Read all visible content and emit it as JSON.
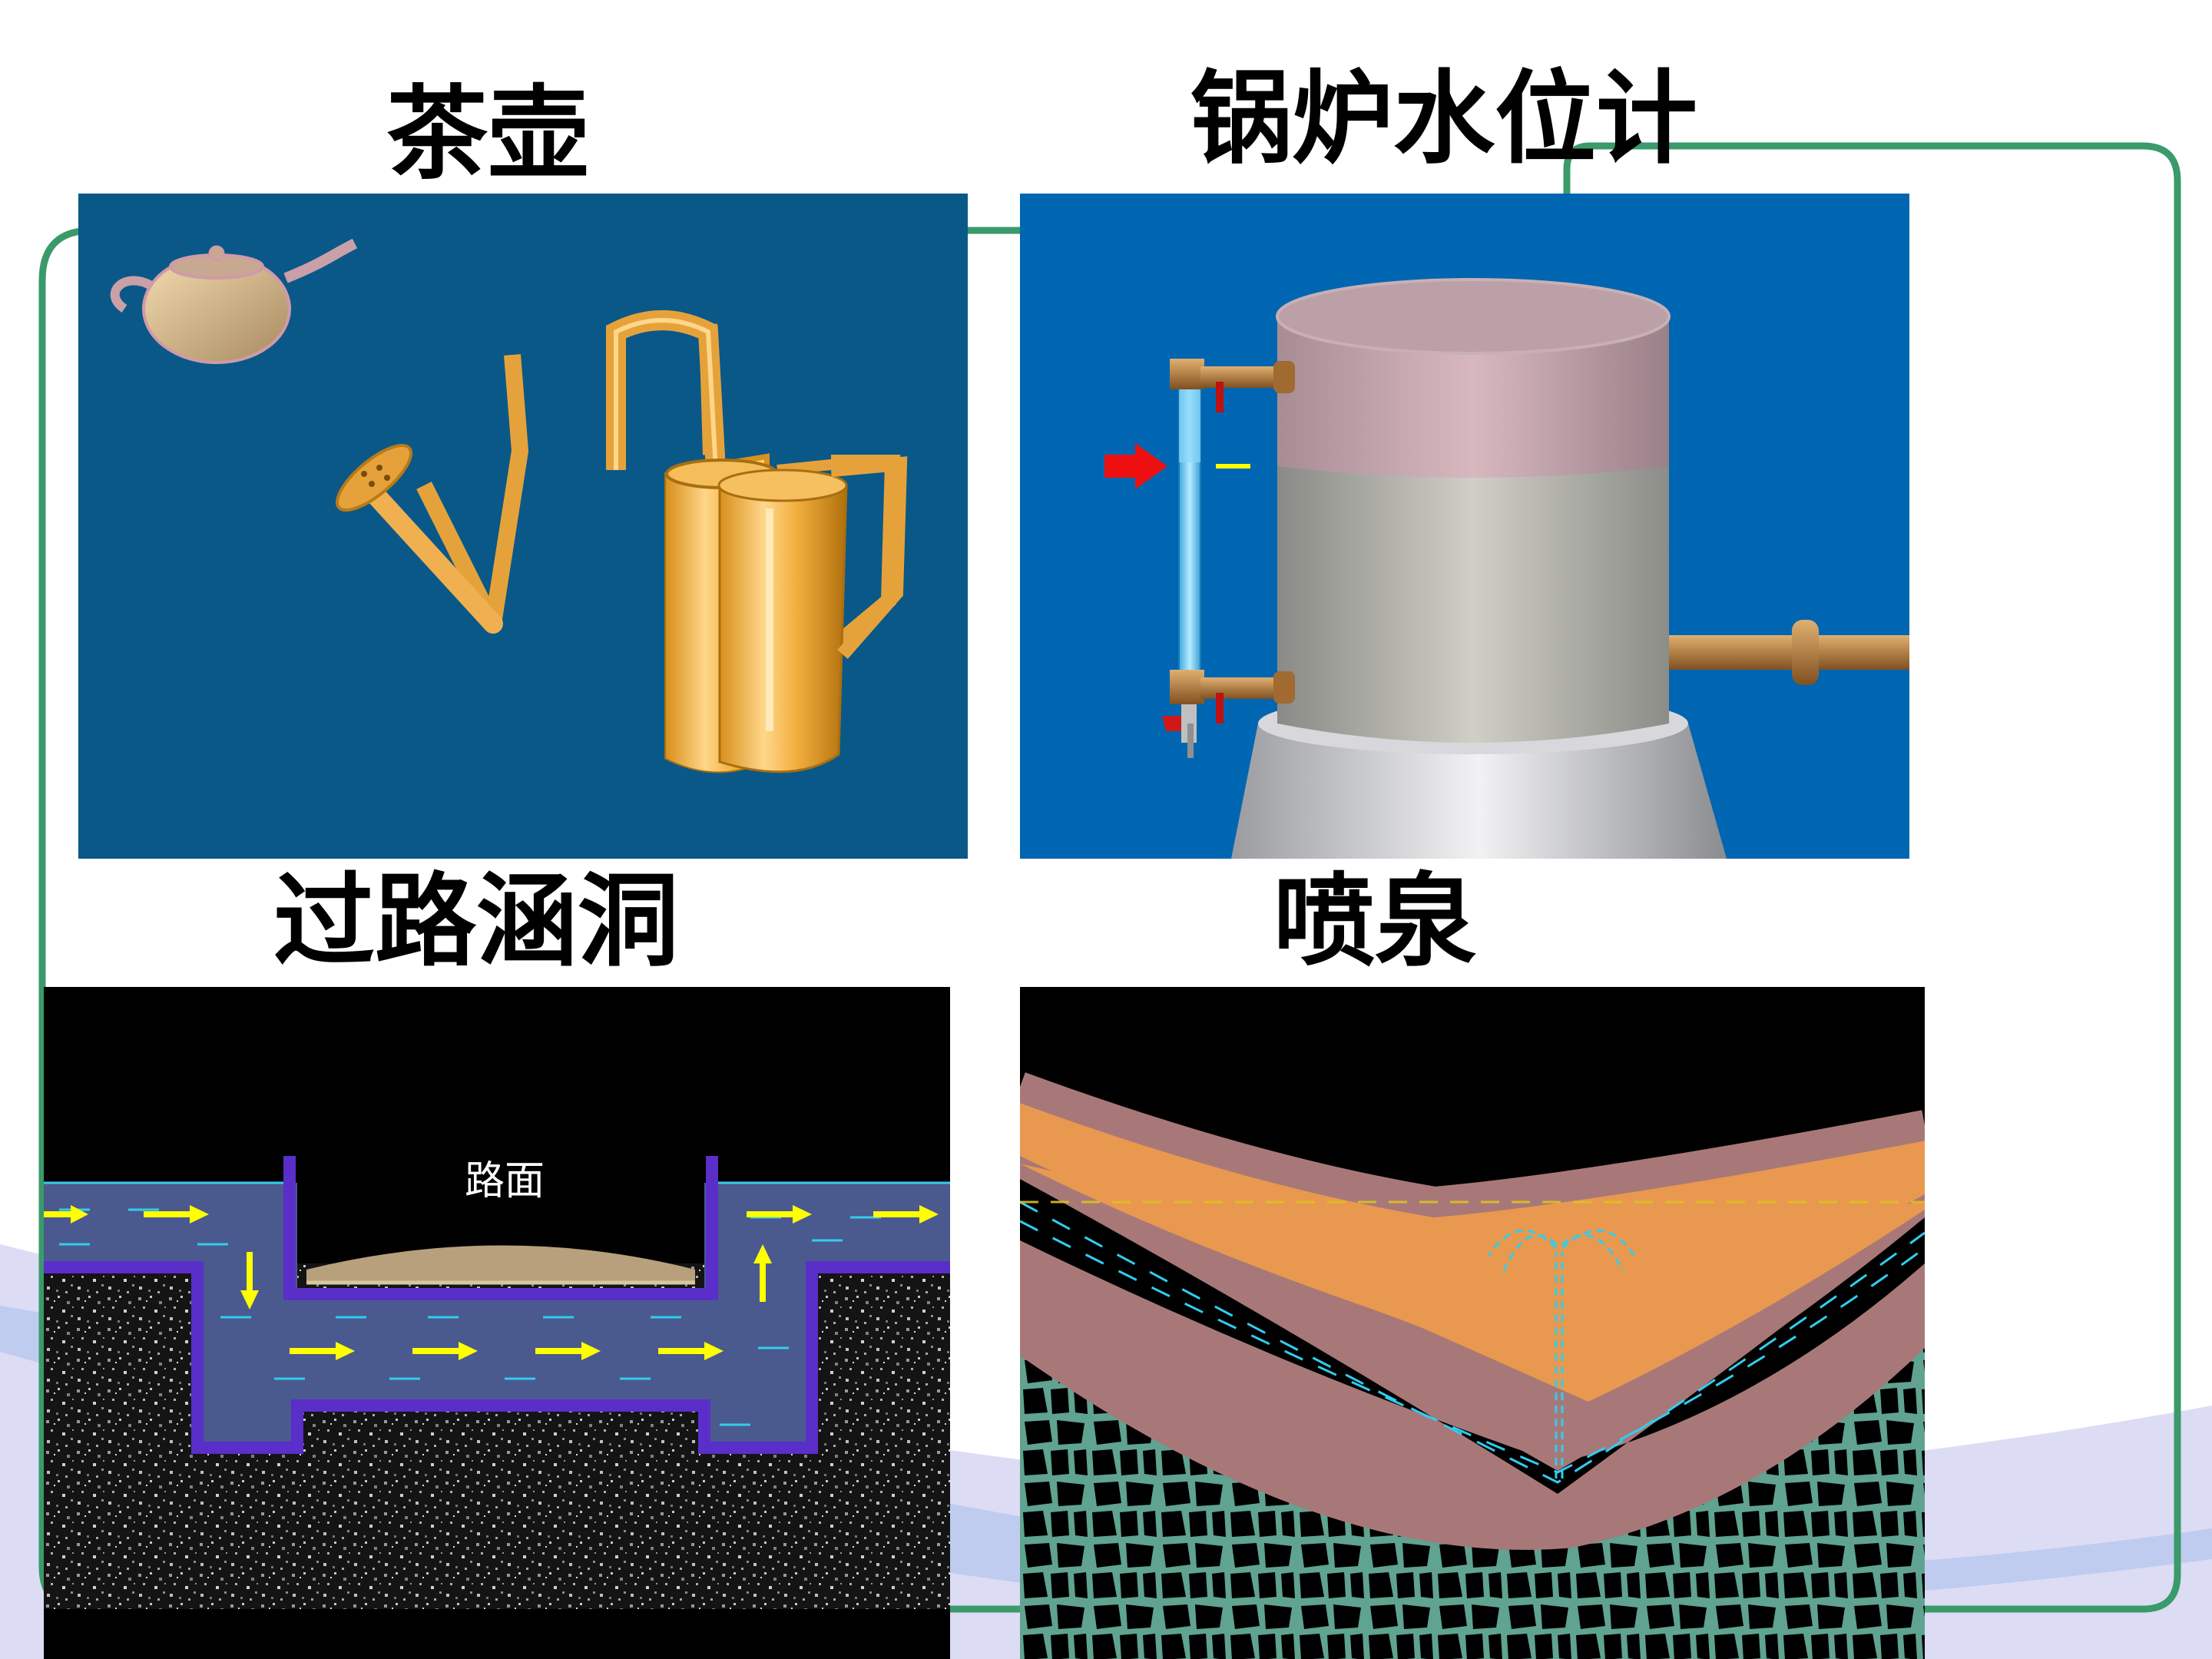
{
  "slide": {
    "panels": [
      {
        "id": "teapot",
        "title": "茶壶"
      },
      {
        "id": "boiler",
        "title": "锅炉水位计"
      },
      {
        "id": "culvert",
        "title": "过路涵洞",
        "road_label": "路面"
      },
      {
        "id": "fountain",
        "title": "喷泉"
      }
    ]
  },
  "colors": {
    "green_frame": "#3a9a6a",
    "blue_bg": "#0066b2",
    "navy_bg": "#0a5888",
    "pipe_purple": "#5a2ec8",
    "water": "#4a5a8e",
    "arrow_yellow": "#ffff00",
    "orange_layer": "#e8994f",
    "clay_layer": "#a87878",
    "rock_green": "#5fa390"
  }
}
